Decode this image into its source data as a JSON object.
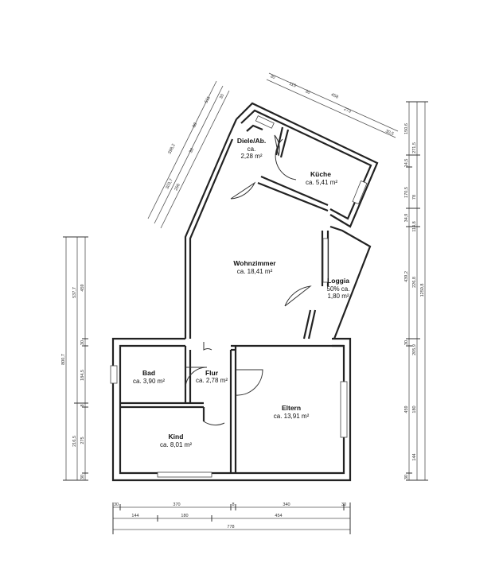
{
  "rooms": {
    "diele": {
      "name": "Diele/Ab.",
      "area_line1": "ca.",
      "area_line2": "2,28 m²"
    },
    "kueche": {
      "name": "Küche",
      "area": "ca. 5,41 m²"
    },
    "wohnzimmer": {
      "name": "Wohnzimmer",
      "area": "ca. 18,41 m²"
    },
    "loggia": {
      "name": "Loggia",
      "area_line1": "50% ca.",
      "area_line2": "1,80 m²"
    },
    "bad": {
      "name": "Bad",
      "area": "ca. 3,90 m²"
    },
    "flur": {
      "name": "Flur",
      "area": "ca. 2,78 m²"
    },
    "eltern": {
      "name": "Eltern",
      "area": "ca. 13,91 m²"
    },
    "kind": {
      "name": "Kind",
      "area": "ca. 8,01 m²"
    }
  },
  "dimensions": {
    "bottom_row1": [
      "30",
      "370",
      "8",
      "340",
      "30"
    ],
    "bottom_row2": [
      "144",
      "180",
      "454"
    ],
    "bottom_total": "778",
    "left_inner": [
      "459",
      "30",
      "184,5",
      "8",
      "275",
      "30"
    ],
    "left_mid": [
      "537,7",
      "216,5"
    ],
    "left_outer": "800,7",
    "right_inner": [
      "150,6",
      "14,5",
      "170,5",
      "34,9",
      "114,8",
      "30",
      "459",
      "30"
    ],
    "right_mid": [
      "271,5",
      "78",
      "226,8",
      "205,9",
      "180",
      "144"
    ],
    "right_mid2": "439,2",
    "right_outer": "1250,8",
    "top_row1": [
      "30",
      "115",
      "30",
      "458"
    ],
    "top_row2": [
      "273",
      "30,5"
    ],
    "diag_left_row1": [
      "511",
      "30"
    ],
    "diag_left_row2": [
      "88",
      "30",
      "398,2"
    ],
    "diag_left_row3": [
      "303,7",
      "266"
    ]
  }
}
